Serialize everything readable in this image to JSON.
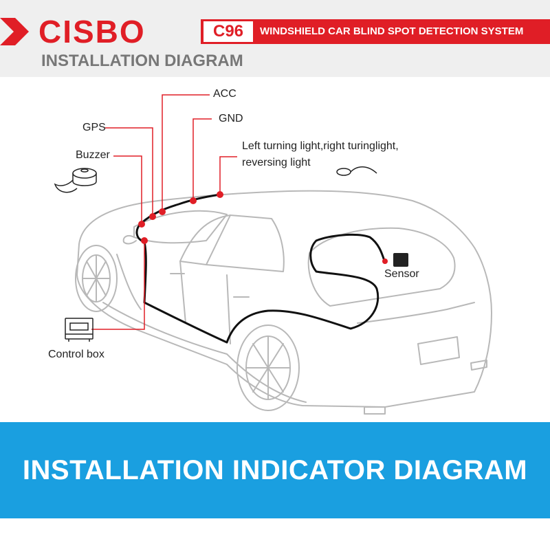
{
  "header": {
    "brand": "CISBO",
    "model": "C96",
    "product_title": "WINDSHIELD CAR BLIND SPOT DETECTION SYSTEM",
    "subtitle": "INSTALLATION DIAGRAM"
  },
  "diagram": {
    "labels": {
      "acc": "ACC",
      "gps": "GPS",
      "gnd": "GND",
      "buzzer": "Buzzer",
      "lights_line1": "Left turning light,right turinglight,",
      "lights_line2": "reversing light",
      "sensor": "Sensor",
      "control_box": "Control box"
    }
  },
  "footer": {
    "title": "INSTALLATION INDICATOR DIAGRAM"
  },
  "colors": {
    "brand_red": "#e01e26",
    "banner_blue": "#1a9fe0",
    "header_gray": "#efefef"
  }
}
